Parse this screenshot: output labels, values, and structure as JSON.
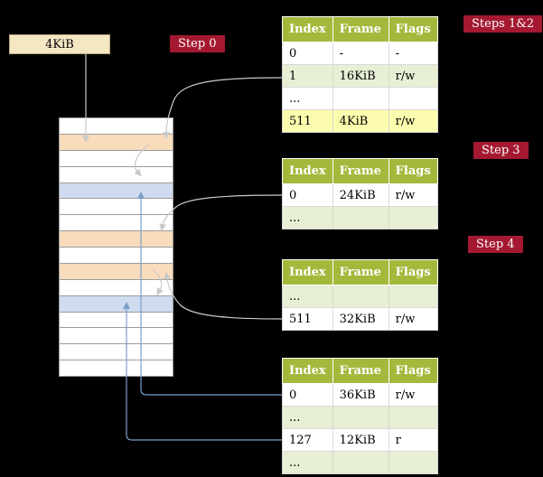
{
  "labels": {
    "frame_box": "4KiB",
    "step0": "Step 0",
    "steps12": "Steps 1&2",
    "step3": "Step 3",
    "step4": "Step 4"
  },
  "colors": {
    "background": "#000000",
    "frame_box_bg": "#f6e7c3",
    "step_badge_bg": "#a41931",
    "table_header_bg": "#a3b93c",
    "table_row_green": "#e7efd4",
    "table_row_yellow": "#fcfcae",
    "memory_table_row": "#f9dcbc",
    "memory_page_row": "#cfdcef",
    "arrow_gray": "#c9c9c9",
    "arrow_blue": "#7a9fc9"
  },
  "memory": {
    "rows": [
      "free",
      "table",
      "free",
      "free",
      "page",
      "free",
      "free",
      "table",
      "free",
      "table",
      "free",
      "page",
      "free",
      "free",
      "free",
      "free"
    ]
  },
  "tables": {
    "t1": {
      "headers": [
        "Index",
        "Frame",
        "Flags"
      ],
      "rows": [
        {
          "cells": [
            "0",
            "-",
            "-"
          ],
          "bg": "white"
        },
        {
          "cells": [
            "1",
            "16KiB",
            "r/w"
          ],
          "bg": "green"
        },
        {
          "cells": [
            "...",
            "",
            ""
          ],
          "bg": "white"
        },
        {
          "cells": [
            "511",
            "4KiB",
            "r/w"
          ],
          "bg": "yellow"
        }
      ]
    },
    "t2": {
      "headers": [
        "Index",
        "Frame",
        "Flags"
      ],
      "rows": [
        {
          "cells": [
            "0",
            "24KiB",
            "r/w"
          ],
          "bg": "white"
        },
        {
          "cells": [
            "...",
            "",
            ""
          ],
          "bg": "green"
        }
      ]
    },
    "t3": {
      "headers": [
        "Index",
        "Frame",
        "Flags"
      ],
      "rows": [
        {
          "cells": [
            "...",
            "",
            ""
          ],
          "bg": "green"
        },
        {
          "cells": [
            "511",
            "32KiB",
            "r/w"
          ],
          "bg": "white"
        }
      ]
    },
    "t4": {
      "headers": [
        "Index",
        "Frame",
        "Flags"
      ],
      "rows": [
        {
          "cells": [
            "0",
            "36KiB",
            "r/w"
          ],
          "bg": "white"
        },
        {
          "cells": [
            "...",
            "",
            ""
          ],
          "bg": "green"
        },
        {
          "cells": [
            "127",
            "12KiB",
            "r"
          ],
          "bg": "white"
        },
        {
          "cells": [
            "...",
            "",
            ""
          ],
          "bg": "green"
        }
      ]
    }
  }
}
